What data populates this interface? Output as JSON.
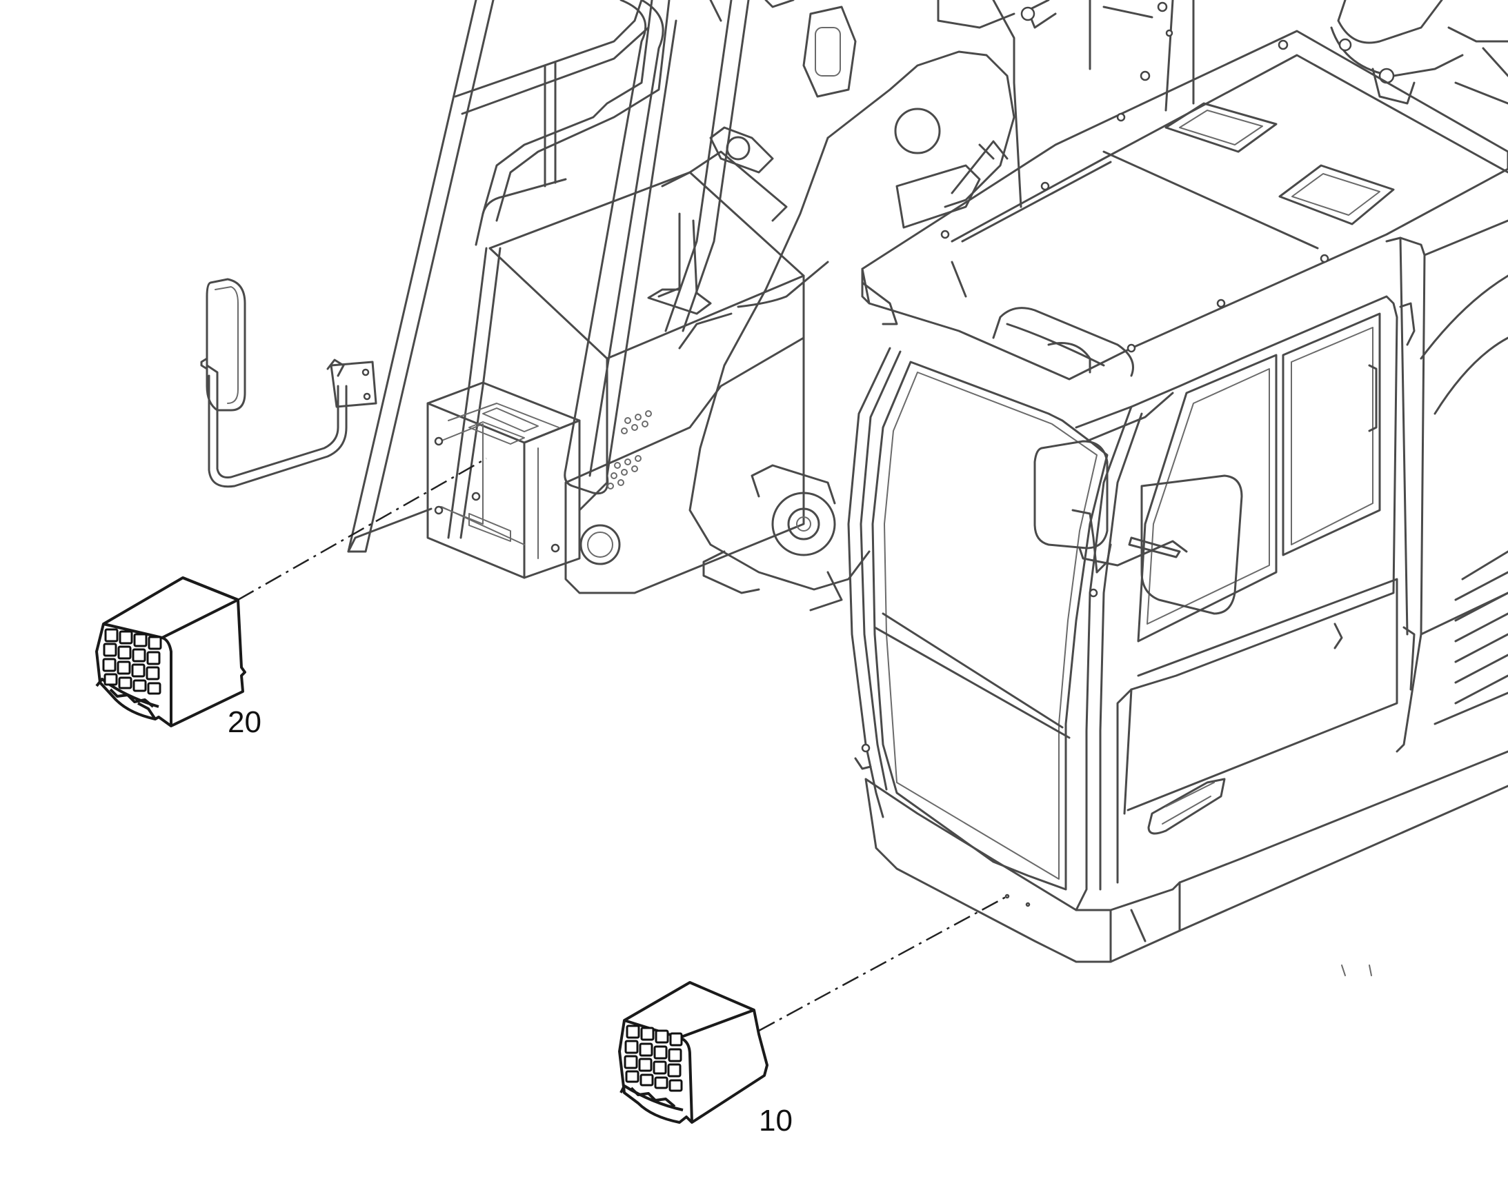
{
  "callouts": [
    {
      "id": "part-10",
      "label": "10"
    },
    {
      "id": "part-20",
      "label": "20"
    }
  ],
  "colors": {
    "line": "#4a4a4a",
    "part": "#1a1a1a",
    "background": "#ffffff"
  }
}
